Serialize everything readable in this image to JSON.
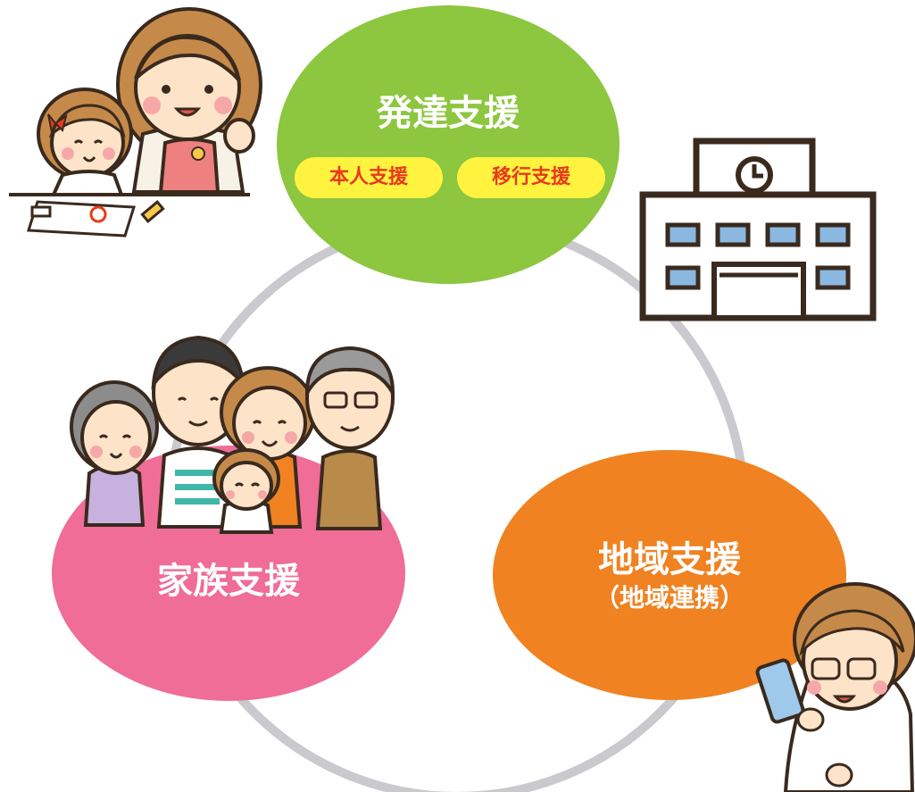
{
  "nodes": {
    "development": {
      "title": "発達支援",
      "color": "#8dc63f",
      "sub_items": [
        "本人支援",
        "移行支援"
      ],
      "pill_color": "#fff33f"
    },
    "family": {
      "title": "家族支援",
      "color": "#ef6d97"
    },
    "community": {
      "title": "地域支援",
      "subtitle": "（地域連携）",
      "color": "#f08221"
    }
  },
  "cycle_ring_color": "#c9c9ce",
  "illustrations": [
    "mother-child-drawing-illustration",
    "school-building-icon",
    "family-group-illustration",
    "staff-with-tablet-illustration"
  ]
}
